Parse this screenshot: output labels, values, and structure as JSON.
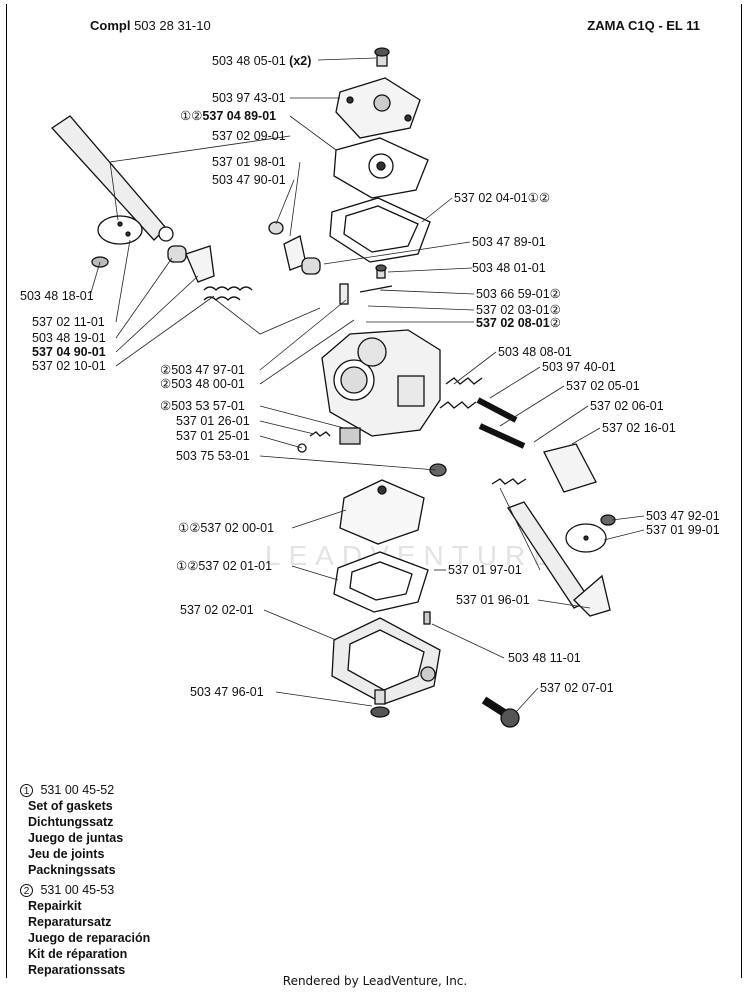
{
  "header": {
    "compl_prefix": "Compl",
    "compl_number": "503 28 31-10",
    "model": "ZAMA C1Q - EL 11"
  },
  "watermark": "LEADVENTURE",
  "labels": {
    "p01": "503 48 05-01",
    "p01_qty": "(x2)",
    "p02": "503 97 43-01",
    "p03_marks": "①②",
    "p03": "537 04 89-01",
    "p04": "537 02 09-01",
    "p05": "537 01 98-01",
    "p06": "503 47 90-01",
    "p07": "537 02 04-01①②",
    "p08": "503 47 89-01",
    "p09": "503 48 01-01",
    "p10": "503 48 18-01",
    "p11": "503 66 59-01②",
    "p12": "537 02 03-01②",
    "p13": "537 02 08-01",
    "p13_mark": "②",
    "p14": "537 02 11-01",
    "p15": "503 48 19-01",
    "p16": "537 04 90-01",
    "p17": "537 02 10-01",
    "p18": "②503 47 97-01",
    "p19": "②503 48 00-01",
    "p20": "503 48 08-01",
    "p21": "503 97 40-01",
    "p22": "537 02 05-01",
    "p23": "②503 53 57-01",
    "p24": "537 02 06-01",
    "p25": "537 01 26-01",
    "p26": "537 01 25-01",
    "p27": "537 02 16-01",
    "p28": "503 75 53-01",
    "p29": "503 47 92-01",
    "p30": "①②537 02 00-01",
    "p31": "537 01 99-01",
    "p32": "①②537 02 01-01",
    "p33": "537 01 97-01",
    "p34": "537 01 96-01",
    "p35": "537 02 02-01",
    "p36": "503 48 11-01",
    "p37": "537 02 07-01",
    "p38": "503 47 96-01"
  },
  "legend": [
    {
      "mark": "1",
      "code": "531 00 45-52",
      "names": [
        "Set of gaskets",
        "Dichtungssatz",
        "Juego de juntas",
        "Jeu de joints",
        "Packningssats"
      ]
    },
    {
      "mark": "2",
      "code": "531 00 45-53",
      "names": [
        "Repairkit",
        "Reparatursatz",
        "Juego de reparación",
        "Kit de réparation",
        "Reparationssats"
      ]
    }
  ],
  "footer": "Rendered by LeadVenture, Inc."
}
